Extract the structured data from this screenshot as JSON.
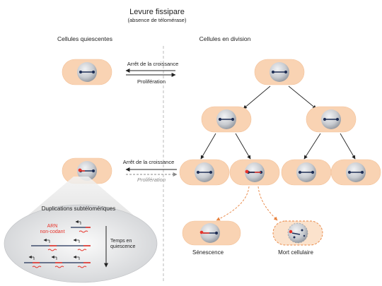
{
  "title": "Levure fissipare",
  "subtitle": "(absence de télomérase)",
  "left_header": "Cellules quiescentes",
  "right_header": "Cellules en division",
  "arrow_top_forward": "Arrêt de la croissance",
  "arrow_top_back": "Prolifération",
  "arrow_mid_forward": "Arrêt de la croissance",
  "arrow_mid_back": "Prolifération",
  "zoom_title": "Duplications subtélomériques",
  "rna_label_line1": "ARN",
  "rna_label_line2": "non-codant",
  "time_label_line1": "Temps en",
  "time_label_line2": "quiescence",
  "senescence_label": "Sénescence",
  "death_label": "Mort cellulaire",
  "colors": {
    "cell": "#f9d3b3",
    "cell_border": "#f0b98c",
    "nucleus": "#c4c7cc",
    "chromosome": "#1f2f56",
    "rna": "#e8332a",
    "dashed_arrow": "#e8833f",
    "divider": "#aaaaaa"
  }
}
